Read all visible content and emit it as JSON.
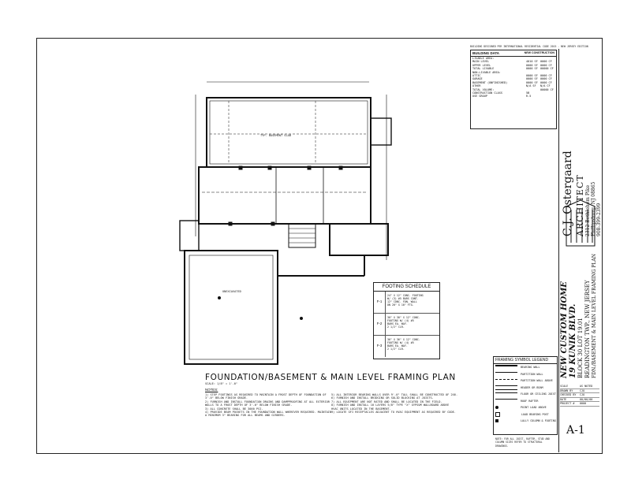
{
  "top_note": "BUILDING DESIGNED PER INTERNATIONAL RESIDENTIAL CODE 2015 - NEW JERSEY EDITION",
  "building_data": {
    "title": "BUILDING DATA",
    "type": "NEW CONSTRUCTION",
    "sub_livable": "LIVABLE AREA:",
    "rows": [
      {
        "label": "MAIN LEVEL",
        "a": "4010 SF",
        "b": "0000 CF"
      },
      {
        "label": "UPPER LEVEL",
        "a": "0000 SF",
        "b": "0000 CF"
      },
      {
        "label": "TOTAL LIVABLE",
        "a": "0000 SF",
        "b": "00000 CF"
      },
      {
        "label": "NON-LIVABLE AREA:",
        "a": "",
        "b": ""
      },
      {
        "label": "ATTIC",
        "a": "0000 SF",
        "b": "0000 CF"
      },
      {
        "label": "GARAGE",
        "a": "0000 SF",
        "b": "0000 CF"
      },
      {
        "label": "BASEMENT (UNFINISHED)",
        "a": "0000 SF",
        "b": "0000 CF"
      },
      {
        "label": "OTHER",
        "a": "N/A SF",
        "b": "N/A CF"
      },
      {
        "label": "TOTAL VOLUME:",
        "a": "",
        "b": "00000 CF"
      },
      {
        "label": "CONSTRUCTION CLASS",
        "a": "5B",
        "b": ""
      },
      {
        "label": "USE GROUP",
        "a": "R-5",
        "b": ""
      }
    ]
  },
  "architect": {
    "name": "C.J. Ostergaard",
    "role": "ARCHITECT",
    "address1": "2312 Bethlehem Pike",
    "address2": "Phillipsburg, NJ 08865",
    "phone": "908-399-2399"
  },
  "project": {
    "line1": "NEW CUSTOM HOME",
    "line2": "19 KUNIK BLVD.",
    "line3": "BLOCK 30 LOT 19.01",
    "line4": "READINGTON TWP., NEW JERSEY",
    "line5": "FDN./BASEMENT & MAIN LEVEL FRAMING PLAN"
  },
  "plan": {
    "title": "FOUNDATION/BASEMENT & MAIN LEVEL FRAMING PLAN",
    "scale": "SCALE: 1/8\" = 1'-0\"",
    "notes_heading": "NOTES:",
    "basement_label": "UNEXCAVATED",
    "room_label": "TYP. BASEMENT SLAB",
    "notes_left": [
      "1) STEP FOOTINGS AS REQUIRED TO MAINTAIN A FROST DEPTH OF FOUNDATION OF",
      "   3'-0\" BELOW FINISH GRADE.",
      "2) FURNISH AND INSTALL FOUNDATION DRAINS AND DAMPPROOFING AT ALL EXTERIOR",
      "   WALLS TO A FROST DEPTH OF 3'-0\" BELOW FINISH GRADE.",
      "3) ALL CONCRETE SHALL BE 3000 PSI.",
      "4) PROVIDE BEAM POCKETS IN THE FOUNDATION WALL WHEREVER REQUIRED. MAINTAIN",
      "   A MINIMUM 3\" BEARING FOR ALL BEAMS AND GIRDERS."
    ],
    "notes_right": [
      "5) ALL INTERIOR BEARING WALLS OVER 9'-0\" TALL SHALL BE CONSTRUCTED OF 2X6.",
      "6) FURNISH AND INSTALL BRIDGING OR SOLID BLOCKING AT JOISTS.",
      "7) ALL EQUIPMENT ARE NOT RATED AND SHALL BE LOCATED IN THE FIELD.",
      "8) FURNISH AND INSTALL 10 LAYERS 5/8\" TYPE \"X\" GYPSUM WALLBOARD ABOVE",
      "   HVAC UNITS LOCATED IN THE BASEMENT.",
      "9) LOCATE GFI RECEPTACLES ADJACENT TO HVAC EQUIPMENT AS REQUIRED BY CODE."
    ]
  },
  "footing_schedule": {
    "title": "FOOTING SCHEDULE",
    "rows": [
      {
        "id": "F-1",
        "text": [
          "24\" X 12\" CONC. FOOTING",
          "W/ (3) #5 BARS CONT.",
          "12\" CONC. FDN. WALL",
          "ON 20\" X 10\" FTG."
        ]
      },
      {
        "id": "F-2",
        "text": [
          "30\" X 30\" X 12\" CONC.",
          "FOOTING W/ (4) #5",
          "BARS EA. WAY.",
          "2 1/2\" CLR."
        ]
      },
      {
        "id": "F-3",
        "text": [
          "36\" X 36\" X 12\" CONC.",
          "FOOTING W/ (4) #5",
          "BARS EA. WAY.",
          "2 1/2\" CLR."
        ]
      }
    ]
  },
  "legend": {
    "title": "FRAMING SYMBOL LEGEND",
    "rows": [
      "BEARING WALL",
      "PARTITION WALL",
      "PARTITION WALL ABOVE",
      "HEADER OR BEAM",
      "FLOOR OR CEILING JOIST",
      "ROOF RAFTER",
      "POINT LOAD ABOVE",
      "LOAD BEARING POST",
      "LALLY COLUMN & FOOTING"
    ],
    "footnote": "NOTE: FOR ALL JOIST, RAFTER, STUD AND COLUMN SIZES REFER TO STRUCTURAL DRAWINGS."
  },
  "specs": {
    "rows": [
      {
        "k": "SCALE",
        "v": "AS NOTED"
      },
      {
        "k": "DRAWN BY",
        "v": "CJO"
      },
      {
        "k": "CHECKED BY",
        "v": "CJO"
      },
      {
        "k": "DATE",
        "v": "00/00/00"
      },
      {
        "k": "PROJECT #",
        "v": "0000"
      }
    ],
    "sheet": "A-1"
  }
}
